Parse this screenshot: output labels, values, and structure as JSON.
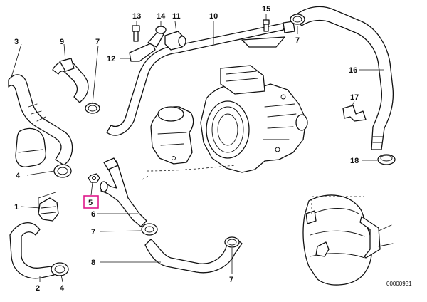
{
  "diagram": {
    "callouts": {
      "c1": "1",
      "c2": "2",
      "c3": "3",
      "c4a": "4",
      "c4b": "4",
      "c5": "5",
      "c6": "6",
      "c7a": "7",
      "c7b": "7",
      "c7c": "7",
      "c7d": "7",
      "c8": "8",
      "c9": "9",
      "c10": "10",
      "c11": "11",
      "c12": "12",
      "c13": "13",
      "c14": "14",
      "c15": "15",
      "c16": "16",
      "c17": "17",
      "c18": "18"
    },
    "drawing_code": "00000931",
    "highlight_color": "#e0188a"
  }
}
